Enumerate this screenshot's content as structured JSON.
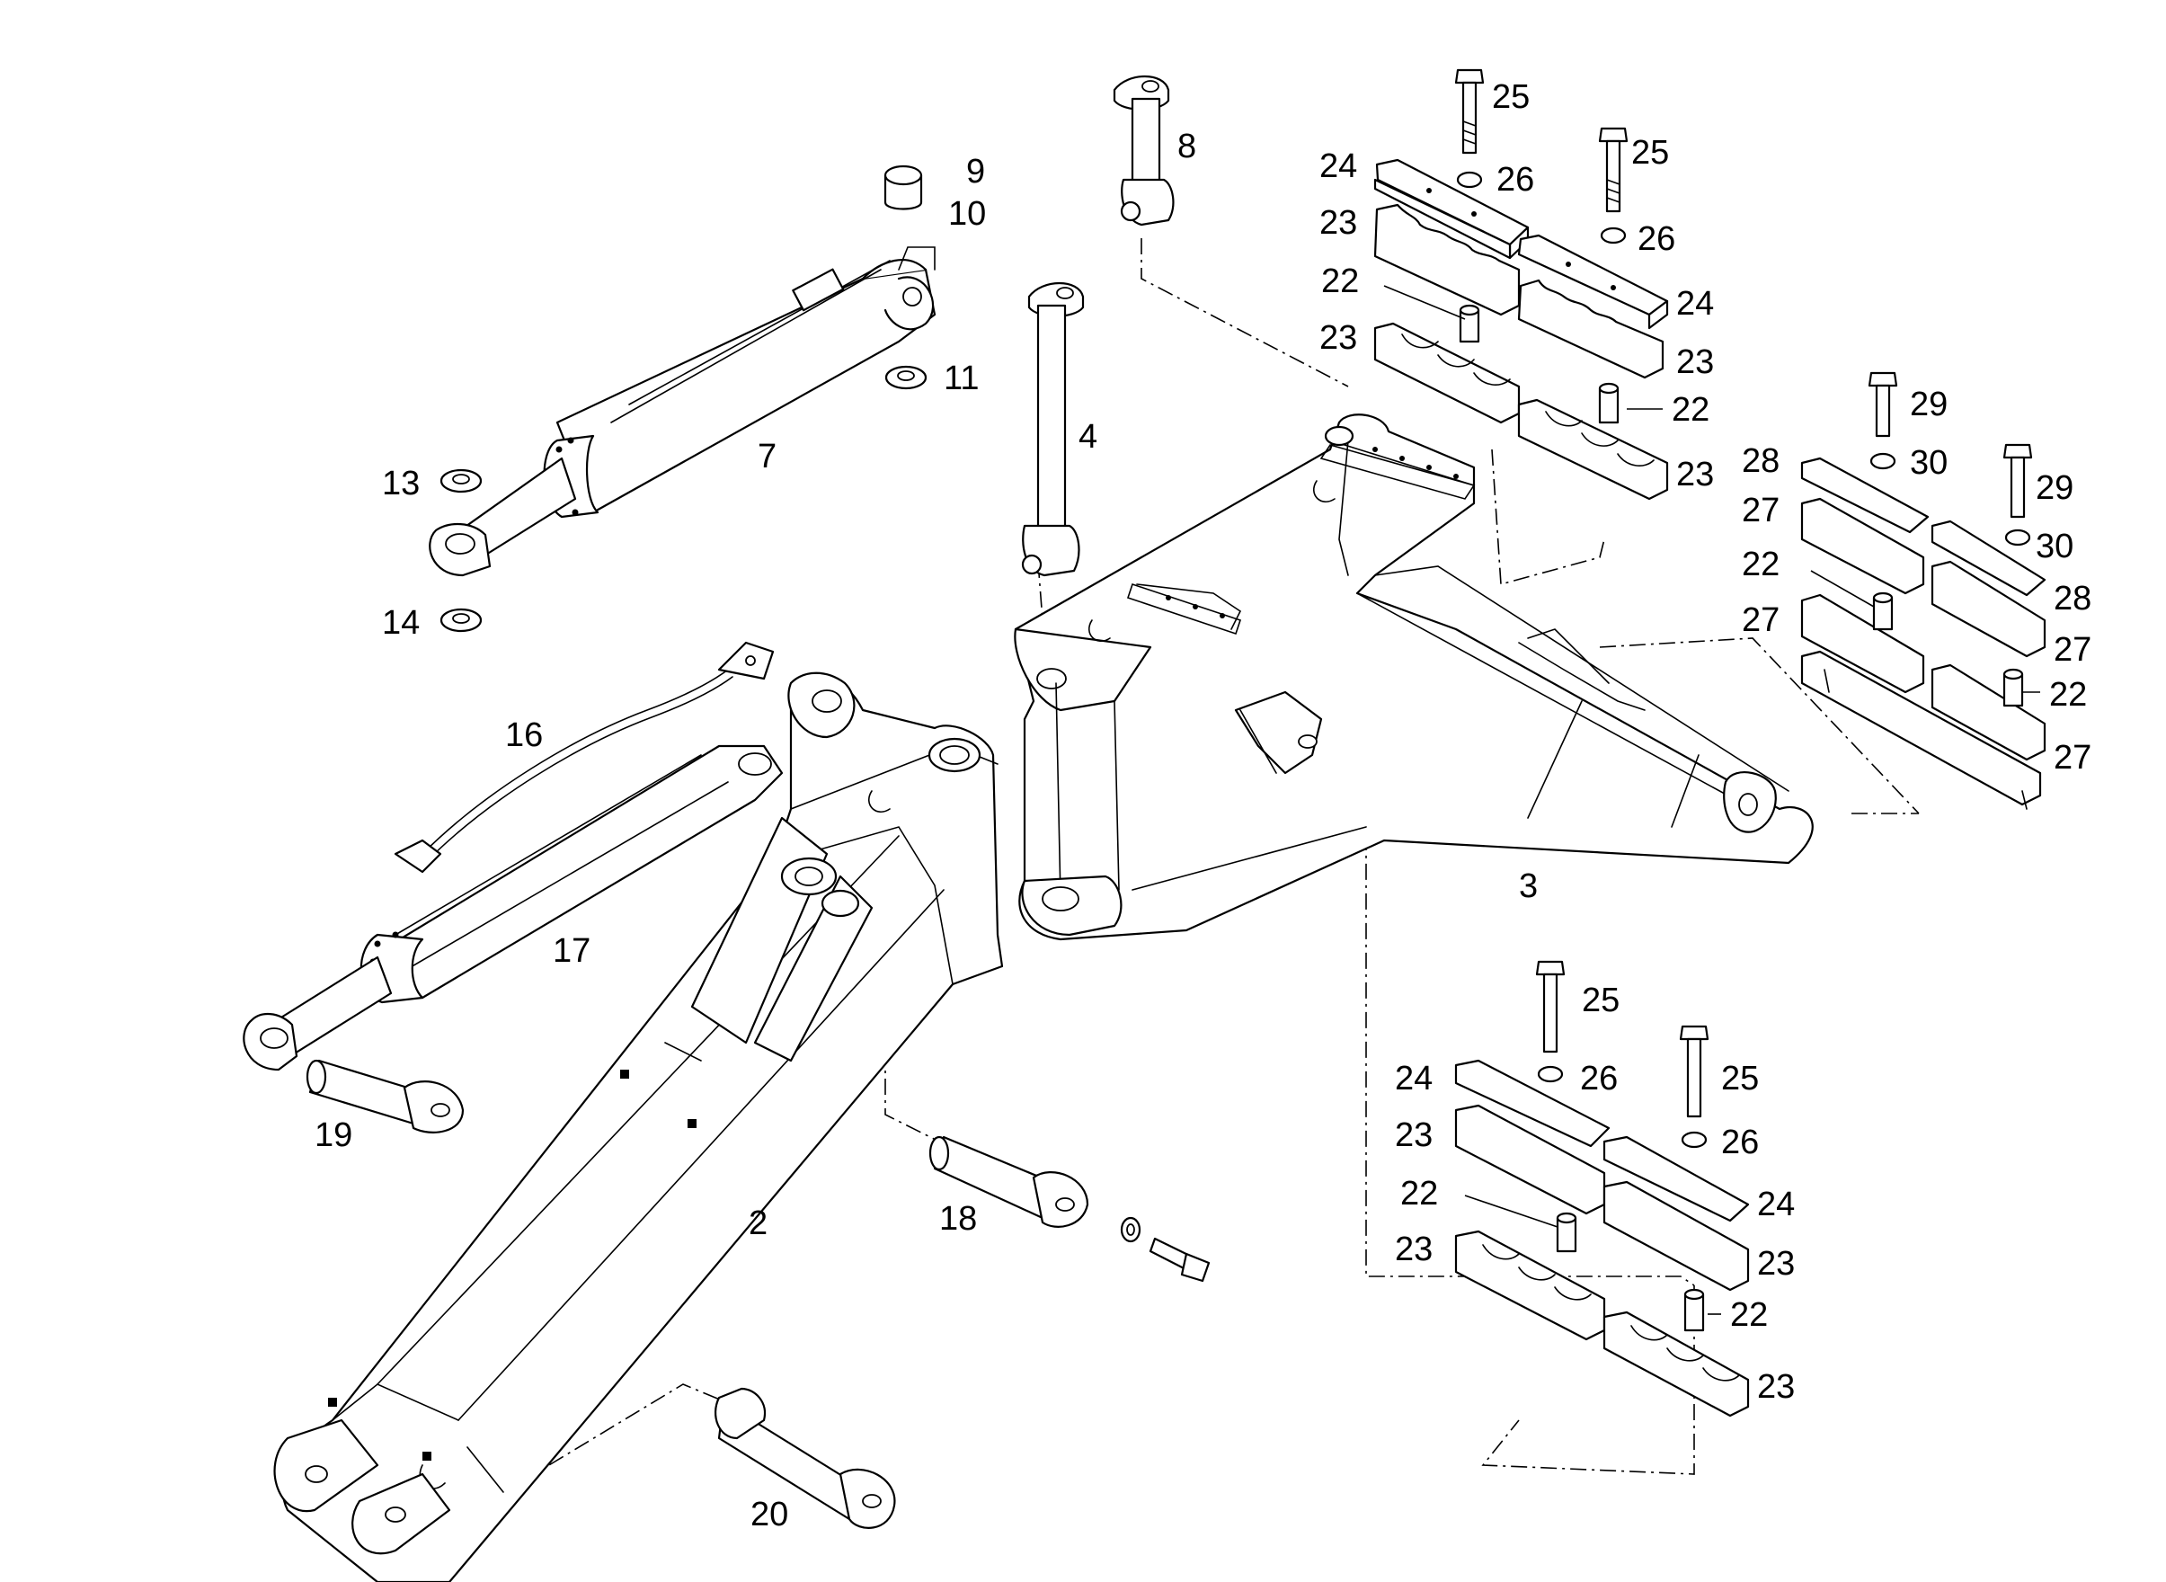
{
  "diagram": {
    "colors": {
      "line": "#000000",
      "background": "#ffffff"
    },
    "callouts": [
      "9",
      "10",
      "11",
      "7",
      "13",
      "14",
      "16",
      "17",
      "19",
      "2",
      "18",
      "20",
      "8",
      "4",
      "3",
      "25",
      "25",
      "24",
      "26",
      "23",
      "26",
      "22",
      "24",
      "23",
      "23",
      "22",
      "23",
      "29",
      "28",
      "30",
      "29",
      "27",
      "30",
      "22",
      "28",
      "27",
      "27",
      "22",
      "27",
      "25",
      "25",
      "24",
      "26",
      "23",
      "26",
      "22",
      "24",
      "23",
      "23",
      "22",
      "23"
    ]
  }
}
